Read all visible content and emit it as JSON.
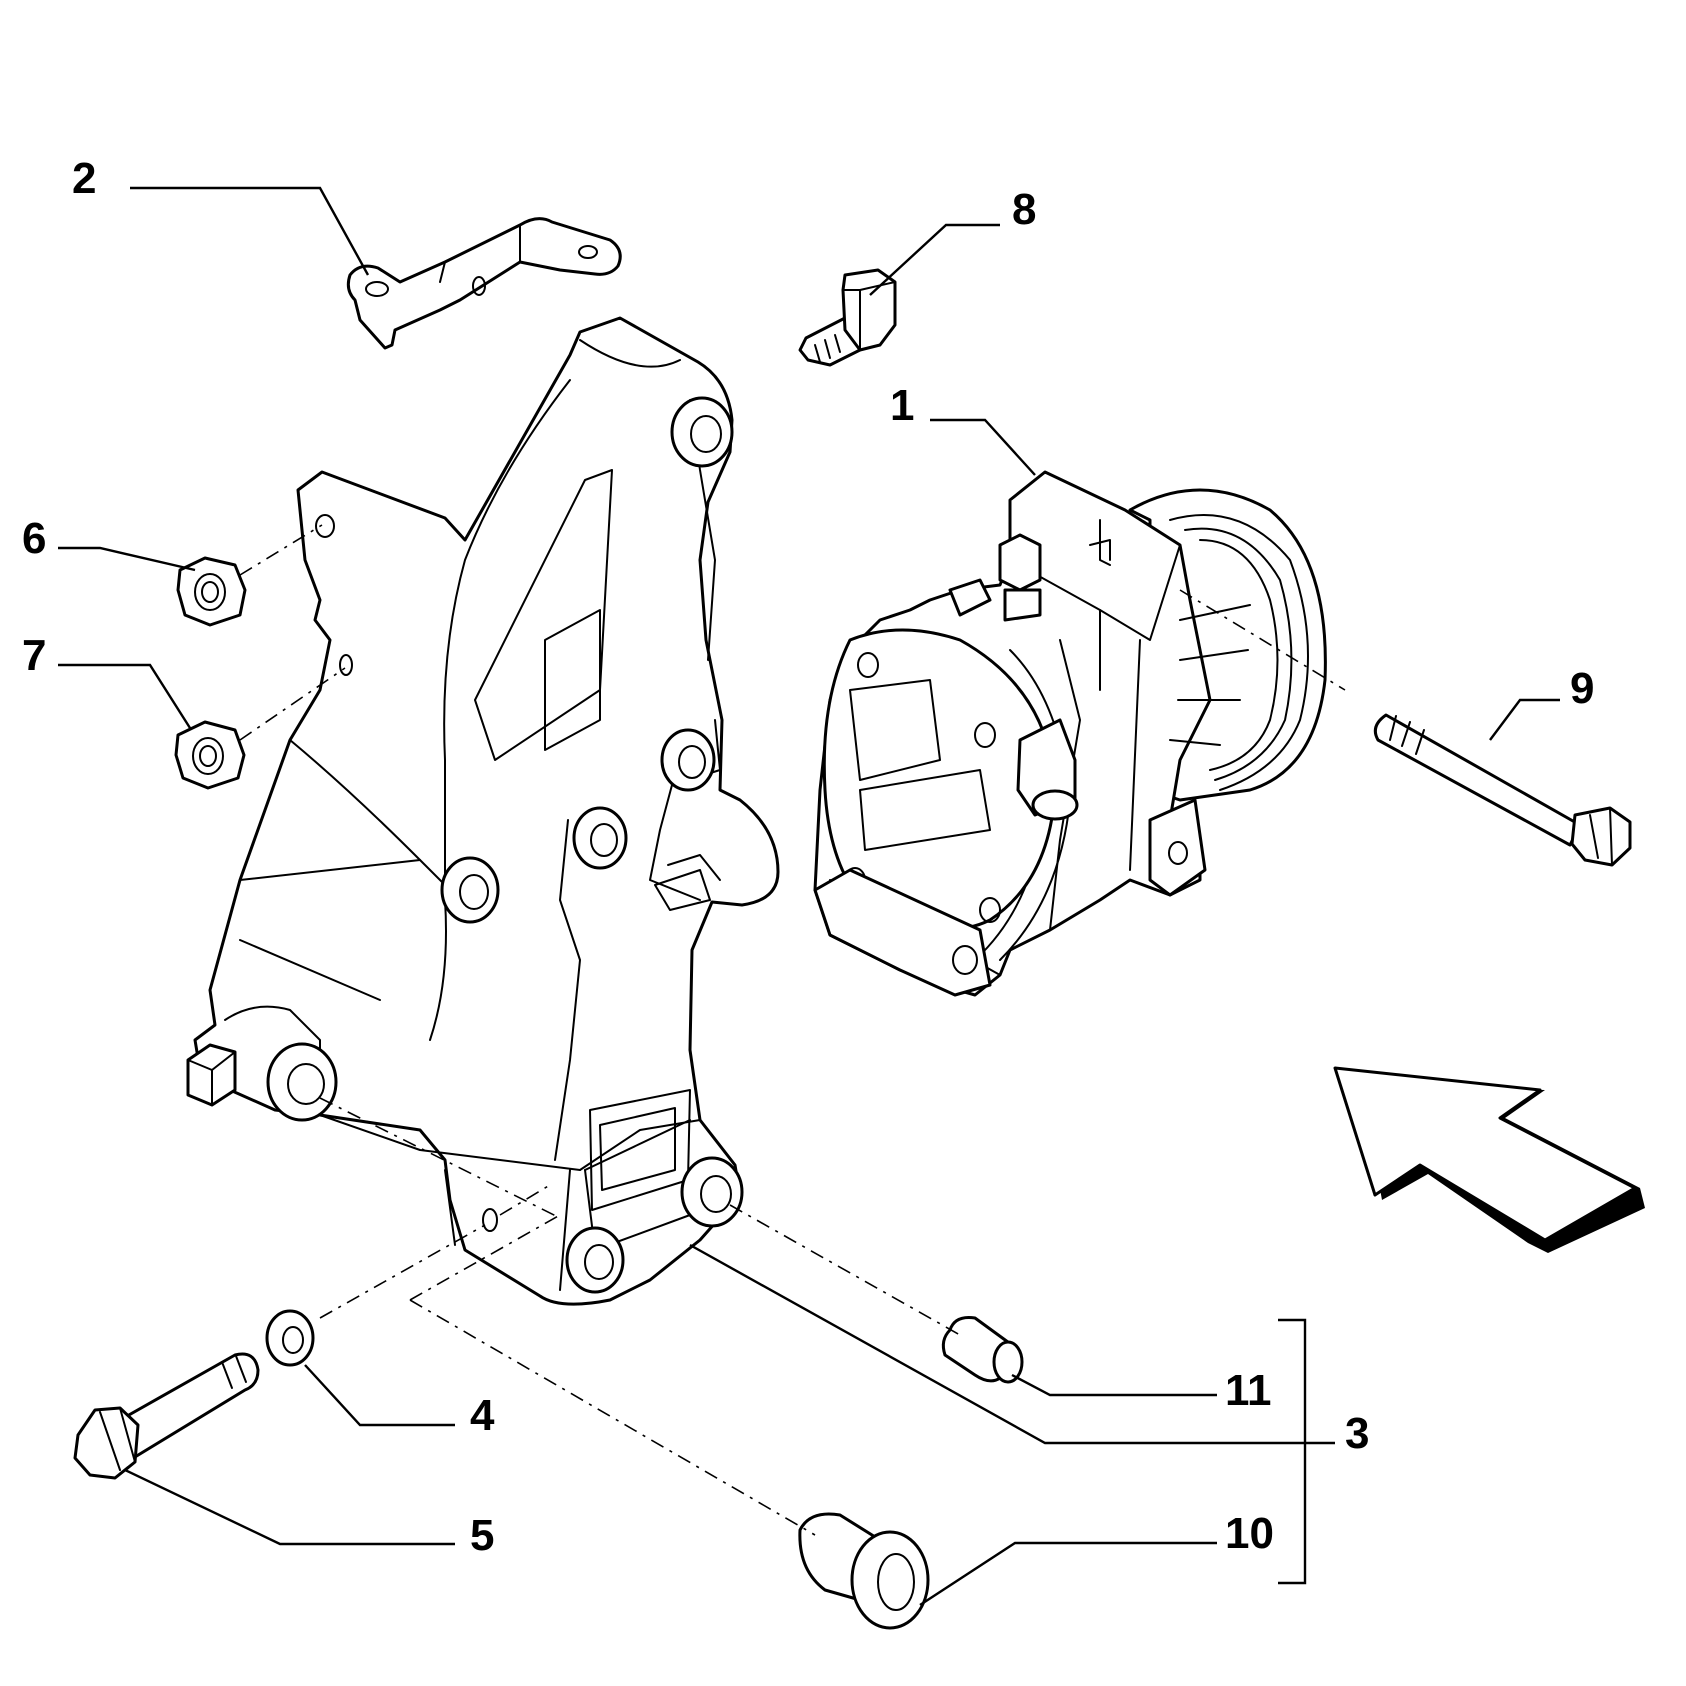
{
  "diagram": {
    "part_labels": [
      "1",
      "2",
      "3",
      "4",
      "5",
      "6",
      "7",
      "8",
      "9",
      "10",
      "11"
    ],
    "direction_arrow": "arrow-icon"
  }
}
